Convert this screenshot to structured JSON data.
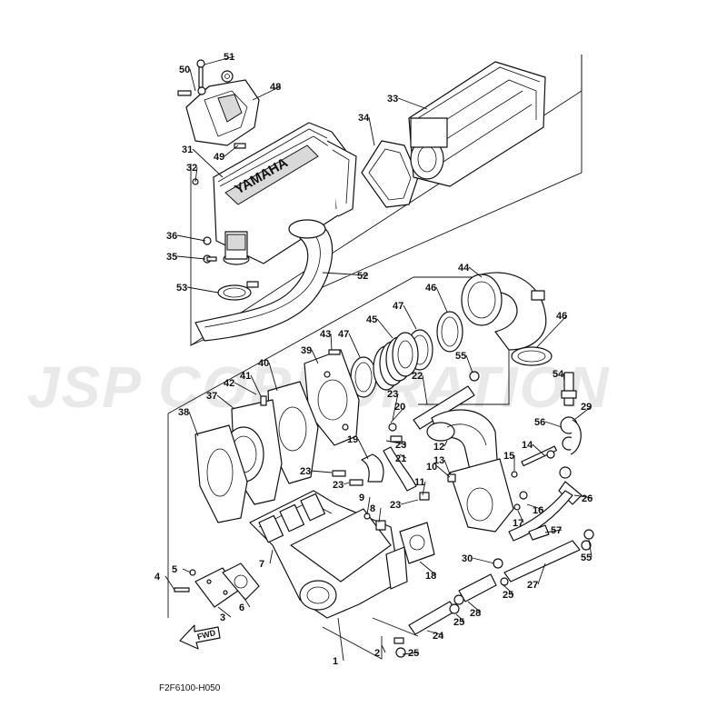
{
  "watermark": "JSP CORPORATION",
  "brand_text": "YAMAHA",
  "fwd_label": "FWD",
  "figure_code": "F2F6100-H050",
  "callouts": [
    {
      "id": "51",
      "text": "51"
    },
    {
      "id": "50",
      "text": "50"
    },
    {
      "id": "48",
      "text": "48"
    },
    {
      "id": "33",
      "text": "33"
    },
    {
      "id": "34",
      "text": "34"
    },
    {
      "id": "31",
      "text": "31"
    },
    {
      "id": "49",
      "text": "49"
    },
    {
      "id": "32",
      "text": "32"
    },
    {
      "id": "36",
      "text": "36"
    },
    {
      "id": "35",
      "text": "35"
    },
    {
      "id": "52",
      "text": "52"
    },
    {
      "id": "53",
      "text": "53"
    },
    {
      "id": "44",
      "text": "44"
    },
    {
      "id": "46a",
      "text": "46"
    },
    {
      "id": "47a",
      "text": "47"
    },
    {
      "id": "45",
      "text": "45"
    },
    {
      "id": "43",
      "text": "43"
    },
    {
      "id": "47b",
      "text": "47"
    },
    {
      "id": "46b",
      "text": "46"
    },
    {
      "id": "39",
      "text": "39"
    },
    {
      "id": "40",
      "text": "40"
    },
    {
      "id": "41",
      "text": "41"
    },
    {
      "id": "42",
      "text": "42"
    },
    {
      "id": "37",
      "text": "37"
    },
    {
      "id": "38",
      "text": "38"
    },
    {
      "id": "55a",
      "text": "55"
    },
    {
      "id": "22",
      "text": "22"
    },
    {
      "id": "54",
      "text": "54"
    },
    {
      "id": "23a",
      "text": "23"
    },
    {
      "id": "20",
      "text": "20"
    },
    {
      "id": "23b",
      "text": "23"
    },
    {
      "id": "21",
      "text": "21"
    },
    {
      "id": "19",
      "text": "19"
    },
    {
      "id": "12",
      "text": "12"
    },
    {
      "id": "56",
      "text": "56"
    },
    {
      "id": "29",
      "text": "29"
    },
    {
      "id": "13",
      "text": "13"
    },
    {
      "id": "10",
      "text": "10"
    },
    {
      "id": "15",
      "text": "15"
    },
    {
      "id": "14",
      "text": "14"
    },
    {
      "id": "23c",
      "text": "23"
    },
    {
      "id": "23d",
      "text": "23"
    },
    {
      "id": "11",
      "text": "11"
    },
    {
      "id": "23e",
      "text": "23"
    },
    {
      "id": "9",
      "text": "9"
    },
    {
      "id": "8",
      "text": "8"
    },
    {
      "id": "16",
      "text": "16"
    },
    {
      "id": "26",
      "text": "26"
    },
    {
      "id": "17",
      "text": "17"
    },
    {
      "id": "57",
      "text": "57"
    },
    {
      "id": "7",
      "text": "7"
    },
    {
      "id": "18",
      "text": "18"
    },
    {
      "id": "30",
      "text": "30"
    },
    {
      "id": "55b",
      "text": "55"
    },
    {
      "id": "5",
      "text": "5"
    },
    {
      "id": "4",
      "text": "4"
    },
    {
      "id": "6",
      "text": "6"
    },
    {
      "id": "3",
      "text": "3"
    },
    {
      "id": "25a",
      "text": "25"
    },
    {
      "id": "27",
      "text": "27"
    },
    {
      "id": "28",
      "text": "28"
    },
    {
      "id": "25b",
      "text": "25"
    },
    {
      "id": "24",
      "text": "24"
    },
    {
      "id": "2",
      "text": "2"
    },
    {
      "id": "25c",
      "text": "25"
    },
    {
      "id": "1",
      "text": "1"
    }
  ]
}
